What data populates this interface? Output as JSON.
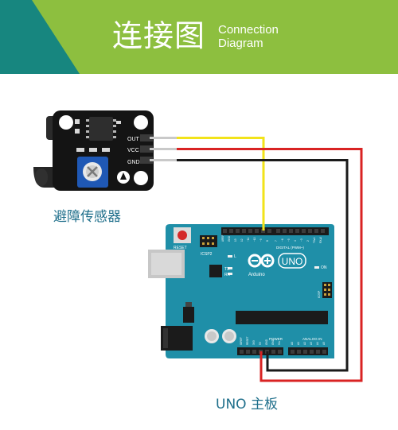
{
  "header": {
    "title_cn": "连接图",
    "title_en_line1": "Connection",
    "title_en_line2": "Diagram",
    "colors": {
      "teal": "#17867f",
      "green": "#8dbf3f"
    }
  },
  "sensor": {
    "caption": "避障传感器",
    "pins": [
      "OUT",
      "VCC",
      "GND"
    ]
  },
  "board": {
    "caption": "UNO 主板",
    "logo_text": "UNO",
    "brand": "Arduino",
    "reset_label": "RESET",
    "icsp_label": "ICSP2",
    "icsp1_label": "ICSP",
    "digital_label": "DIGITAL (PWM~)",
    "analog_label": "ANALOG IN",
    "power_label": "POWER",
    "led_labels": [
      "L",
      "TX",
      "RX",
      "ON"
    ],
    "digital_pins": [
      "AREF",
      "GND",
      "13",
      "12",
      "~11",
      "~10",
      "~9",
      "8",
      "7",
      "~6",
      "~5",
      "4",
      "~3",
      "2",
      "TX▸1",
      "RX◂0"
    ],
    "power_pins": [
      "IOREF",
      "RESET",
      "3V3",
      "5V",
      "GND",
      "GND",
      "Vin"
    ],
    "analog_pins": [
      "A0",
      "A1",
      "A2",
      "A3",
      "A4",
      "A5"
    ]
  },
  "wires": {
    "colors": {
      "out": "#f2e31a",
      "vcc": "#d92323",
      "gnd": "#1a1a1a"
    }
  }
}
